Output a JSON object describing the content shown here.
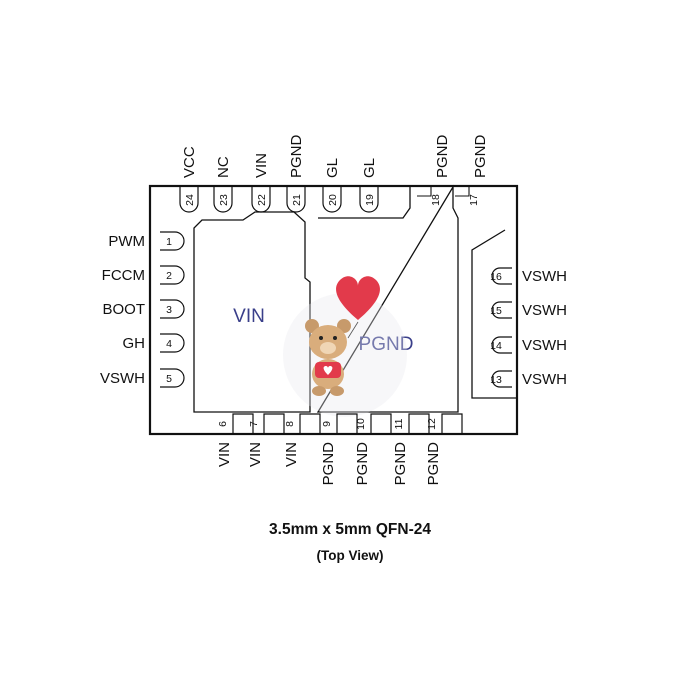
{
  "pads": {
    "vin": "VIN",
    "pgnd": "PGND"
  },
  "pins_left": [
    {
      "num": "1",
      "name": "PWM"
    },
    {
      "num": "2",
      "name": "FCCM"
    },
    {
      "num": "3",
      "name": "BOOT"
    },
    {
      "num": "4",
      "name": "GH"
    },
    {
      "num": "5",
      "name": "VSWH"
    }
  ],
  "pins_bottom": [
    {
      "num": "6",
      "name": "VIN"
    },
    {
      "num": "7",
      "name": "VIN"
    },
    {
      "num": "8",
      "name": "VIN"
    },
    {
      "num": "9",
      "name": "PGND"
    },
    {
      "num": "10",
      "name": "PGND"
    },
    {
      "num": "11",
      "name": "PGND"
    },
    {
      "num": "12",
      "name": "PGND"
    }
  ],
  "pins_right": [
    {
      "num": "16",
      "name": "VSWH"
    },
    {
      "num": "15",
      "name": "VSWH"
    },
    {
      "num": "14",
      "name": "VSWH"
    },
    {
      "num": "13",
      "name": "VSWH"
    }
  ],
  "pins_top": [
    {
      "num": "24",
      "name": "VCC"
    },
    {
      "num": "23",
      "name": "NC"
    },
    {
      "num": "22",
      "name": "VIN"
    },
    {
      "num": "21",
      "name": "PGND"
    },
    {
      "num": "20",
      "name": "GL"
    },
    {
      "num": "19",
      "name": "GL"
    },
    {
      "num": "18",
      "name": "PGND"
    },
    {
      "num": "17",
      "name": "PGND"
    }
  ],
  "caption": {
    "title": "3.5mm x 5mm QFN-24",
    "subtitle": "(Top View)"
  },
  "watermark": {
    "icon": "teddy-bear-with-heart-balloon-icon"
  },
  "colors": {
    "outline": "#111111",
    "pad_label": "#3a3f8a",
    "heart": "#e23a4b"
  }
}
